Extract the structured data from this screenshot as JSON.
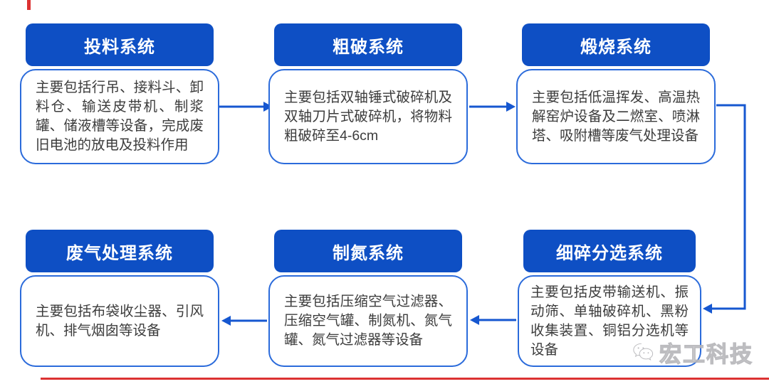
{
  "page": {
    "background": "#ffffff"
  },
  "colors": {
    "header_bg": "#0E4FC4",
    "box_border": "#2B6BDB",
    "arrow": "#1657D0",
    "body_text": "#3C3C3C",
    "header_text": "#ffffff",
    "accent_red": "#DC3232",
    "watermark_gray": "#b5b5b9"
  },
  "flow": {
    "boxes": [
      {
        "title": "投料系统",
        "desc": "主要包括行吊、接料斗、卸料仓、输送皮带机、制浆罐、储液槽等设备，完成废旧电池的放电及投料作用"
      },
      {
        "title": "粗破系统",
        "desc": "主要包括双轴锤式破碎机及双轴刀片式破碎机，将物料粗破碎至4-6cm"
      },
      {
        "title": "煅烧系统",
        "desc": "主要包括低温挥发、高温热解窑炉设备及二燃室、喷淋塔、吸附槽等废气处理设备"
      },
      {
        "title": "细碎分选系统",
        "desc": "主要包括皮带输送机、振动筛、单轴破碎机、黑粉收集装置、铜铝分选机等设备"
      },
      {
        "title": "制氮系统",
        "desc": "主要包括压缩空气过滤器、压缩空气罐、制氮机、氮气罐、氮气过滤器等设备"
      },
      {
        "title": "废气处理系统",
        "desc": "主要包括布袋收尘器、引风机、排气烟囱等设备"
      }
    ],
    "sequence": "投料系统 → 粗破系统 → 煅烧系统 → 细碎分选系统 → 制氮系统 → 废气处理系统"
  },
  "watermark": {
    "text": "宏工科技",
    "icon": "wechat-logo-icon"
  }
}
